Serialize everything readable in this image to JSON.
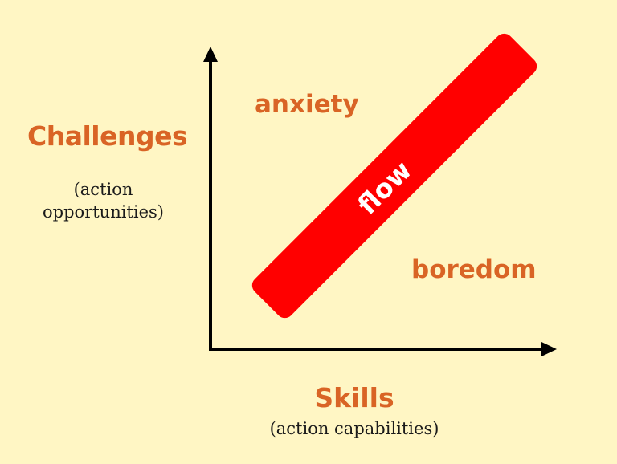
{
  "diagram": {
    "y_axis": {
      "title": "Challenges",
      "subtitle_line1": "(action",
      "subtitle_line2": "opportunities)"
    },
    "x_axis": {
      "title": "Skills",
      "subtitle": "(action capabilities)"
    },
    "regions": {
      "anxiety": "anxiety",
      "boredom": "boredom",
      "flow": "flow"
    },
    "colors": {
      "background": "#FFF6C4",
      "label_orange": "#D96425",
      "flow_band": "#FF0000",
      "axis": "#000000"
    }
  }
}
